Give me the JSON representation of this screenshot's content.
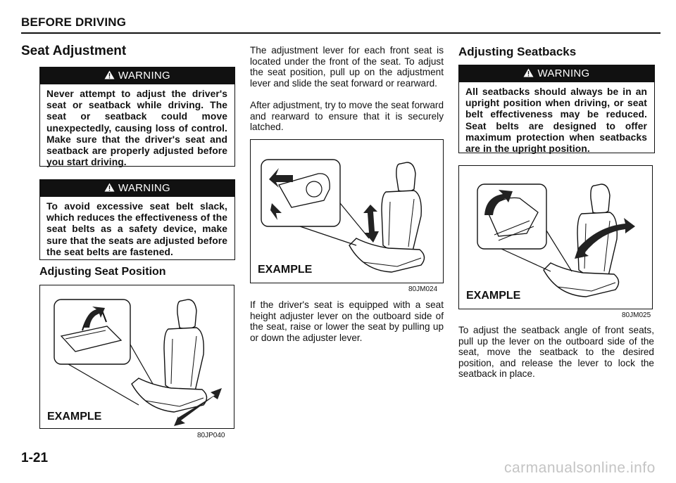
{
  "header": {
    "section": "BEFORE DRIVING"
  },
  "left": {
    "title": "Seat Adjustment",
    "warning1": {
      "label": "WARNING",
      "text": "Never attempt to adjust the driver's seat or seatback while driving. The seat or seatback could move unexpectedly, causing loss of control. Make sure that the driver's seat and seatback are properly adjusted before you start driving."
    },
    "warning2": {
      "label": "WARNING",
      "text": "To avoid excessive seat belt slack, which reduces the effectiveness of the seat belts as a safety device, make sure that the seats are adjusted before the seat belts are fastened."
    },
    "subtitle": "Adjusting Seat Position",
    "figure": {
      "label": "EXAMPLE",
      "code": "80JP040"
    }
  },
  "middle": {
    "para1": "The adjustment lever for each front seat is located under the front of the seat. To adjust the seat position, pull up on the adjustment lever and slide the seat forward or rearward.",
    "para2": "After adjustment, try to move the seat forward and rearward to ensure that it is securely latched.",
    "figure": {
      "label": "EXAMPLE",
      "code": "80JM024"
    },
    "para3": "If the driver's seat is equipped with a seat height adjuster lever on the outboard side of the seat, raise or lower the seat by pulling up or down the adjuster lever."
  },
  "right": {
    "title": "Adjusting Seatbacks",
    "warning": {
      "label": "WARNING",
      "text": "All seatbacks should always be in an upright position when driving, or seat belt effectiveness may be reduced. Seat belts are designed to offer maximum protection when seatbacks are in the upright position."
    },
    "figure": {
      "label": "EXAMPLE",
      "code": "80JM025"
    },
    "para": "To adjust the seatback angle of front seats, pull up the lever on the outboard side of the seat, move the seatback to the desired position, and release the lever to lock the seatback in place."
  },
  "footer": {
    "page_number": "1-21",
    "watermark": "carmanualsonline.info"
  }
}
